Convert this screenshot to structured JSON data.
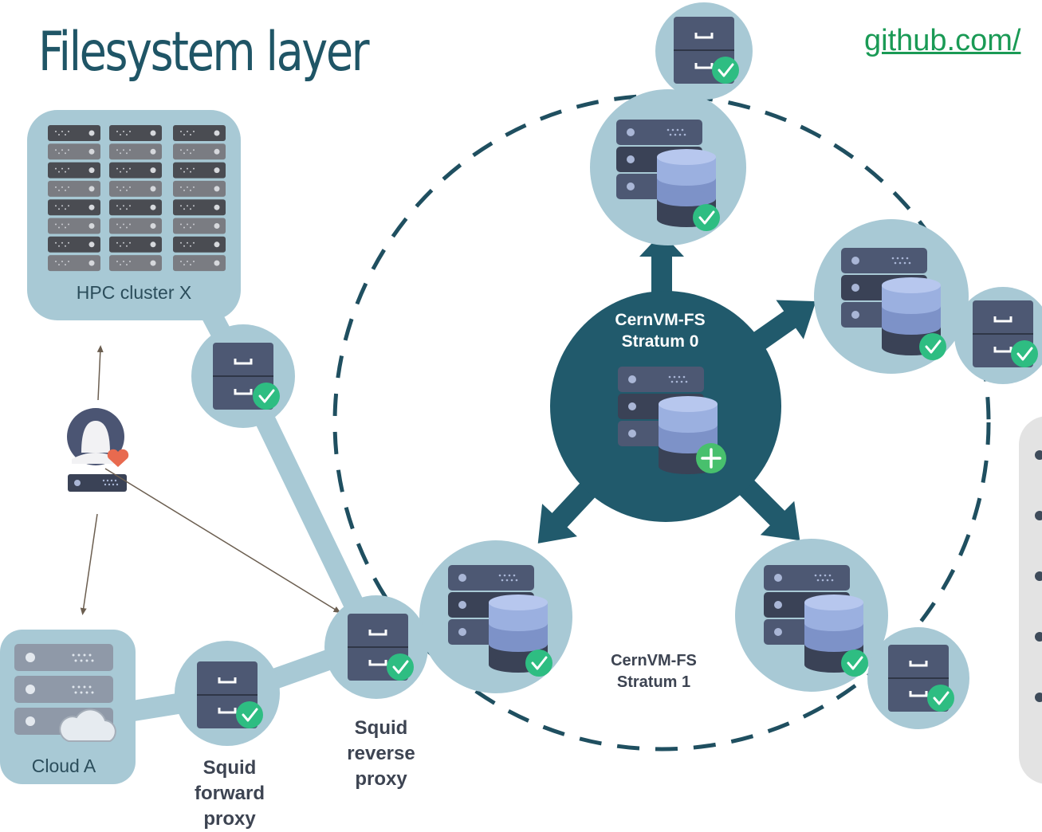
{
  "title": "Filesystem layer",
  "link_text": "github.com/",
  "colors": {
    "title": "#1f5566",
    "link": "#1a9a55",
    "bubble": "#a8c9d5",
    "dark_hub": "#215a6c",
    "ring": "#1f4f60",
    "server_dark": "#3a4256",
    "server_mid": "#4d5873",
    "check": "#2ebd82",
    "plus": "#48c06d",
    "arrow_thin": "#6b5e50",
    "panel": "#e3e3e3",
    "bullet": "#3e4b5a",
    "label": "#2b4d5b",
    "label_bold": "#3d4452"
  },
  "labels": {
    "hpc": "HPC cluster X",
    "cloud": "Cloud A",
    "squid_forward": [
      "Squid",
      "forward",
      "proxy"
    ],
    "squid_reverse": [
      "Squid",
      "reverse",
      "proxy"
    ],
    "stratum0": [
      "CernVM-FS",
      "Stratum 0"
    ],
    "stratum1": [
      "CernVM-FS",
      "Stratum 1"
    ]
  },
  "icons": {
    "proxy": "cabinet-icon",
    "stratum1": "server-database-icon",
    "stratum0": "server-database-plus-icon",
    "hpc": "server-rack-icon",
    "cloud": "cloud-server-icon",
    "user": "user-heart-icon"
  },
  "bullets_visible": 5
}
